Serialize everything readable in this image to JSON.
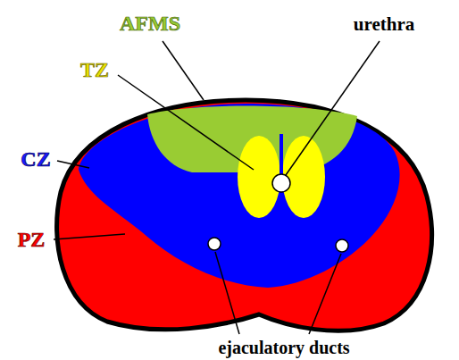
{
  "diagram": {
    "labels": [
      "AFMS",
      "urethra",
      "TZ",
      "CZ",
      "PZ",
      "ejaculatory ducts"
    ]
  }
}
